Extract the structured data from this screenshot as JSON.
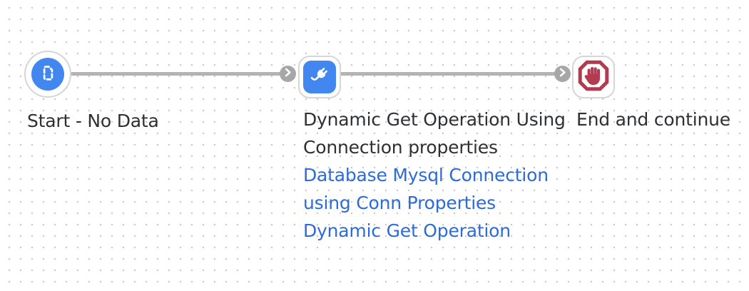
{
  "canvas": {
    "background": "#ffffff",
    "dot_color": "#c9c9c9"
  },
  "colors": {
    "node_accent_blue": "#4287f0",
    "node_accent_red": "#b23b4f",
    "connector_line": "#b3b3b3",
    "arrow_disc": "#a7a7a7",
    "node_border": "#d6d6d6",
    "label_text": "#2f3033",
    "link_text": "#2d6bd8"
  },
  "nodes": [
    {
      "id": "start",
      "type": "start",
      "shape": "circle",
      "icon": "document-dashed-icon",
      "label": "Start - No Data"
    },
    {
      "id": "step",
      "type": "snap",
      "shape": "rounded-square",
      "icon": "plug-icon",
      "title_lines": [
        "Dynamic Get Operation Using",
        "Connection properties"
      ],
      "links": [
        {
          "label": "Database Mysql Connection using Conn Properties",
          "lines": [
            "Database Mysql Connection",
            "using Conn Properties"
          ]
        },
        {
          "label": "Dynamic Get Operation",
          "lines": [
            "Dynamic Get Operation"
          ]
        }
      ]
    },
    {
      "id": "end",
      "type": "end",
      "shape": "rounded-square",
      "icon": "stop-hand-icon",
      "label": "End and continue"
    }
  ],
  "connectors": [
    {
      "from": "start",
      "to": "step"
    },
    {
      "from": "step",
      "to": "end"
    }
  ]
}
